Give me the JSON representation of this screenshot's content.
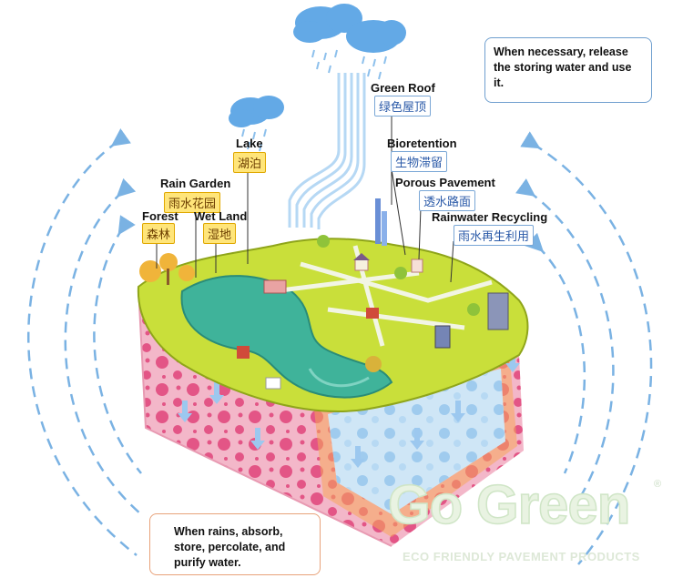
{
  "labels": {
    "lake": {
      "en": "Lake",
      "cn": "湖泊"
    },
    "rain_garden": {
      "en": "Rain Garden",
      "cn": "雨水花园"
    },
    "forest": {
      "en": "Forest",
      "cn": "森林"
    },
    "wet_land": {
      "en": "Wet Land",
      "cn": "湿地"
    },
    "green_roof": {
      "en": "Green Roof",
      "cn": "绿色屋顶"
    },
    "bioretention": {
      "en": "Bioretention",
      "cn": "生物滞留"
    },
    "porous_pavement": {
      "en": "Porous Pavement",
      "cn": "透水路面"
    },
    "rainwater_recycling": {
      "en": "Rainwater Recycling",
      "cn": "雨水再生利用"
    }
  },
  "notes": {
    "top": "When necessary, release the storing water and use it.",
    "bottom": "When rains, absorb, store, percolate, and purify water."
  },
  "brand": {
    "name": "Go Green",
    "reg_mark": "®",
    "tagline": "ECO FRIENDLY PAVEMENT PRODUCTS"
  },
  "colors": {
    "grass": "#c9df3a",
    "water": "#3fb39a",
    "soil": "#f3b7c9",
    "soil_dots": "#e0447a",
    "reservoir": "#cfe6f6",
    "cloud": "#63a9e6",
    "arrow": "#7ab2e3"
  }
}
